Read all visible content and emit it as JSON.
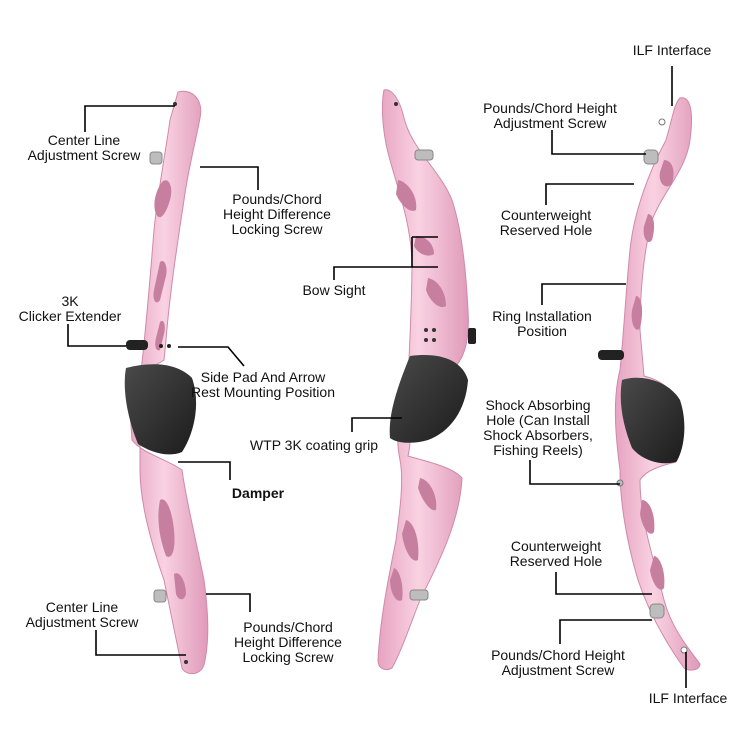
{
  "colors": {
    "riser": "#f2b8d0",
    "riser_light": "#f9d3e2",
    "riser_shade": "#d98fb0",
    "grip": "#3a3a3a",
    "grip_dark": "#1f1f1f",
    "line": "#000000",
    "bolt": "#b8b8b8"
  },
  "labels": {
    "center_line_top": "Center Line\nAdjustment Screw",
    "pounds_diff_top": "Pounds/Chord\nHeight Difference\nLocking Screw",
    "clicker": "3K\nClicker Extender",
    "side_pad": "Side Pad And Arrow\nRest Mounting Position",
    "damper": "Damper",
    "center_line_bottom": "Center Line\nAdjustment Screw",
    "pounds_diff_bottom": "Pounds/Chord\nHeight Difference\nLocking Screw",
    "bow_sight": "Bow Sight",
    "grip": "WTP 3K coating grip",
    "ilf_top": "ILF Interface",
    "pounds_height_top": "Pounds/Chord Height\nAdjustment Screw",
    "counterweight_top": "Counterweight\nReserved Hole",
    "ring": "Ring Installation\nPosition",
    "shock": "Shock Absorbing\nHole (Can Install\nShock Absorbers,\nFishing Reels)",
    "counterweight_bottom": "Counterweight\nReserved Hole",
    "pounds_height_bottom": "Pounds/Chord Height\nAdjustment Screw",
    "ilf_bottom": "ILF Interface"
  }
}
